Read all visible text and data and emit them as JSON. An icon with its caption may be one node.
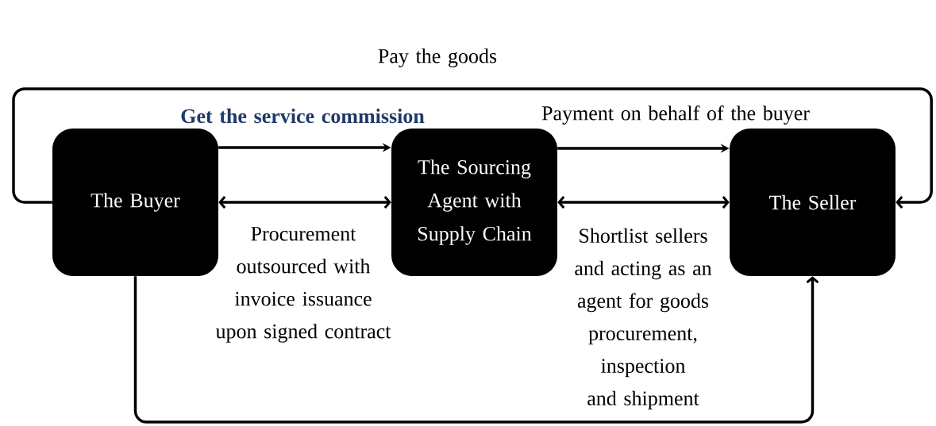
{
  "diagram": {
    "nodes": [
      {
        "text": [
          "The Buyer"
        ]
      },
      {
        "text": [
          "The Sourcing Agent with Supply Chain"
        ]
      },
      {
        "text": [
          "The Seller"
        ]
      }
    ],
    "edges": [
      {
        "from": 0,
        "to": 1,
        "arrow": "to",
        "label": "Get the service commission"
      },
      {
        "from": 0,
        "to": 1,
        "arrow": "both",
        "label": "Procurement outsourced with invoice issuance upon signed contract"
      },
      {
        "from": 1,
        "to": 2,
        "arrow": "to",
        "label": "Payment on behalf of the buyer"
      },
      {
        "from": 1,
        "to": 2,
        "arrow": "both",
        "label": "Shortlist sellers and acting as an agent for goods procurement, inspection and shipment"
      },
      {
        "from": 0,
        "to": 2,
        "arrow": "to",
        "label": "Pay the goods"
      },
      {
        "from": 0,
        "to": 2,
        "arrow": "to"
      }
    ]
  }
}
